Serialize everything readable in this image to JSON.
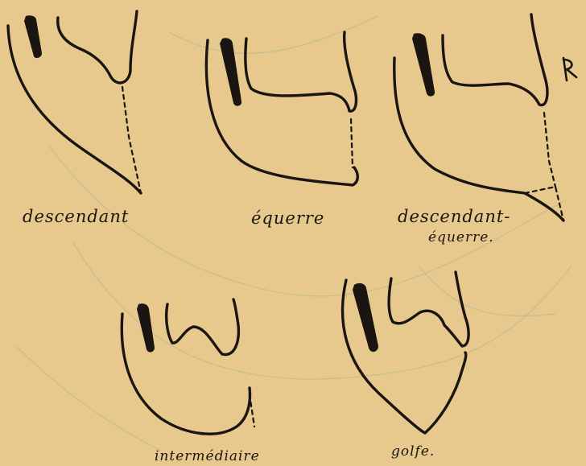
{
  "labels": {
    "descendant": "descendant",
    "equerre": "équerre",
    "descendant_equerre_1": "descendant-",
    "descendant_equerre_2": "équerre.",
    "intermediaire": "intermédiaire",
    "golfe": "golfe."
  },
  "annotations": {
    "corner_mark": "R"
  },
  "colors": {
    "paper": "#e7c98e",
    "ink": "#1a1510",
    "ghost_lines": "#9fb39a"
  }
}
